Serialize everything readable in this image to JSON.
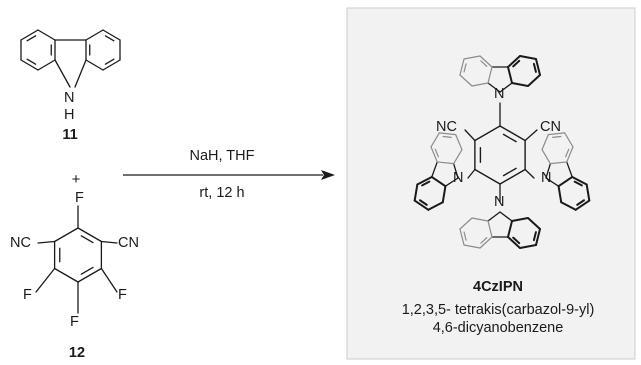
{
  "colors": {
    "panel": "#f2f2f2",
    "panel_border": "#cccccc",
    "bond": "#1a1a1a",
    "gray_bond": "#8c8c8c"
  },
  "carbazole": {
    "label": "11",
    "nh": {
      "n": "N",
      "h": "H"
    }
  },
  "plus_sign": "+",
  "reagent": {
    "label": "12",
    "substituents": {
      "f_top": "F",
      "cn_left": "NC",
      "cn_right": "CN",
      "f_left": "F",
      "f_right": "F",
      "f_bottom": "F"
    }
  },
  "conditions": {
    "line1": "NaH, THF",
    "line2": "rt, 12 h"
  },
  "product": {
    "name": "4CzIPN",
    "iupac_line1": "1,2,3,5- tetrakis(carbazol-9-yl)",
    "iupac_line2": "4,6-dicyanobenzene",
    "groups": {
      "cn_left": "NC",
      "cn_right": "CN",
      "n_top": "N",
      "n_left": "N",
      "n_right": "N",
      "n_bottom": "N"
    }
  }
}
